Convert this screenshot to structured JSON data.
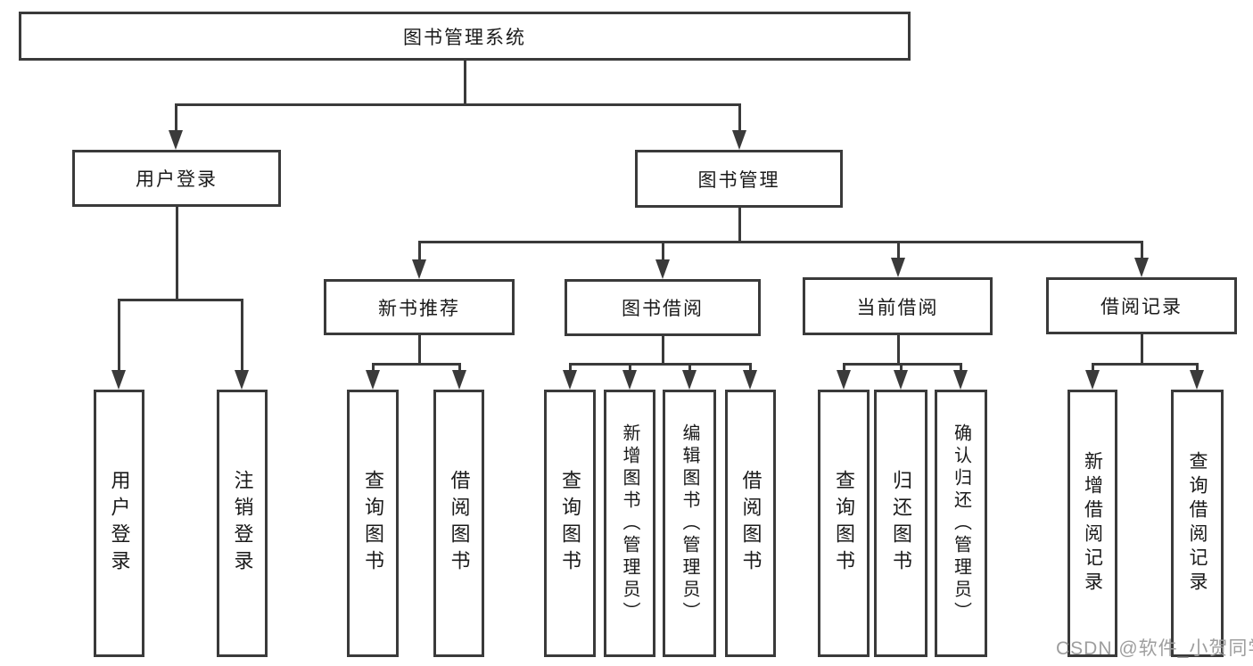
{
  "diagram": {
    "type": "tree",
    "colors": {
      "line": "#3a3a3a",
      "border": "#3a3a3a",
      "text": "#1a1a1a",
      "background": "#ffffff",
      "watermark": "#9e9e9e"
    },
    "tree": {
      "label": "图书管理系统",
      "children": [
        {
          "label": "用户登录",
          "children": [
            {
              "label": "用户登录"
            },
            {
              "label": "注销登录"
            }
          ]
        },
        {
          "label": "图书管理",
          "children": [
            {
              "label": "新书推荐",
              "children": [
                {
                  "label": "查询图书"
                },
                {
                  "label": "借阅图书"
                }
              ]
            },
            {
              "label": "图书借阅",
              "children": [
                {
                  "label": "查询图书"
                },
                {
                  "label": "新增图书（管理员）"
                },
                {
                  "label": "编辑图书（管理员）"
                },
                {
                  "label": "借阅图书"
                }
              ]
            },
            {
              "label": "当前借阅",
              "children": [
                {
                  "label": "查询图书"
                },
                {
                  "label": "归还图书"
                },
                {
                  "label": "确认归还（管理员）"
                }
              ]
            },
            {
              "label": "借阅记录",
              "children": [
                {
                  "label": "新增借阅记录"
                },
                {
                  "label": "查询借阅记录"
                }
              ]
            }
          ]
        }
      ]
    },
    "watermark": {
      "text": "CSDN @软件_小贺同学"
    }
  }
}
